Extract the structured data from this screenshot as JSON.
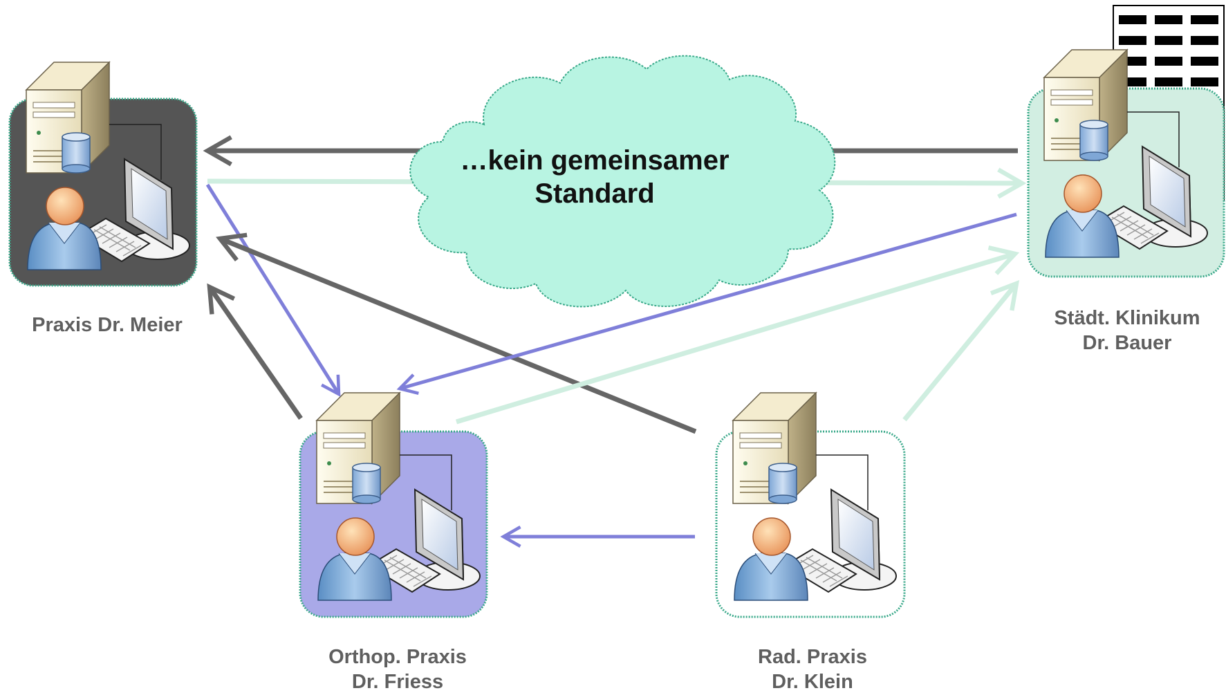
{
  "cloud": {
    "line1": "…kein gemeinsamer",
    "line2": "Standard"
  },
  "nodes": {
    "meier": {
      "line1": "Praxis Dr. Meier",
      "icon_bg": "#555555"
    },
    "bauer": {
      "line1": "Städt. Klinikum",
      "line2": "Dr. Bauer",
      "icon_bg": "#d2eee2"
    },
    "friess": {
      "line1": "Orthop. Praxis",
      "line2": "Dr. Friess",
      "icon_bg": "#a9a9e8"
    },
    "klein": {
      "line1": "Rad. Praxis",
      "line2": "Dr. Klein",
      "icon_bg": "#ffffff"
    }
  },
  "colors": {
    "arrow_dark": "#666666",
    "arrow_purple": "#7f7fd9",
    "arrow_mint": "#cfeee0",
    "cloud_fill": "#b8f4e2",
    "cloud_stroke": "#3aa98a",
    "box_stroke": "#3aa98a"
  },
  "icons": [
    "server-tower-icon",
    "database-icon",
    "user-icon",
    "monitor-icon",
    "keyboard-icon"
  ]
}
